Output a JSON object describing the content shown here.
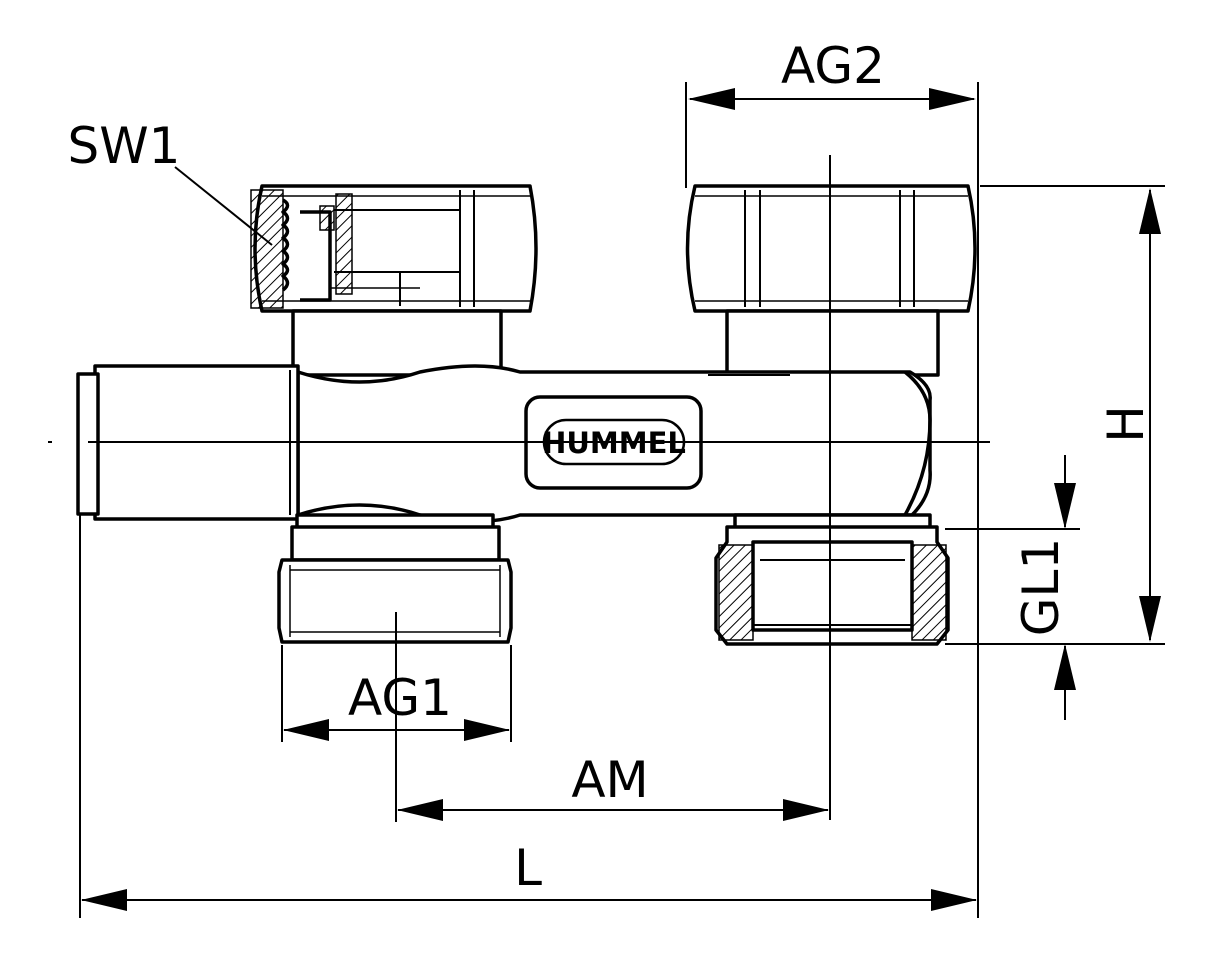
{
  "labels": {
    "ag2": "AG2",
    "sw1": "SW1",
    "h": "H",
    "gl1": "GL1",
    "ag1": "AG1",
    "am": "AM",
    "l": "L"
  },
  "logo": {
    "text": "HUMMEL"
  },
  "colors": {
    "stroke": "#000000",
    "background": "#ffffff"
  }
}
